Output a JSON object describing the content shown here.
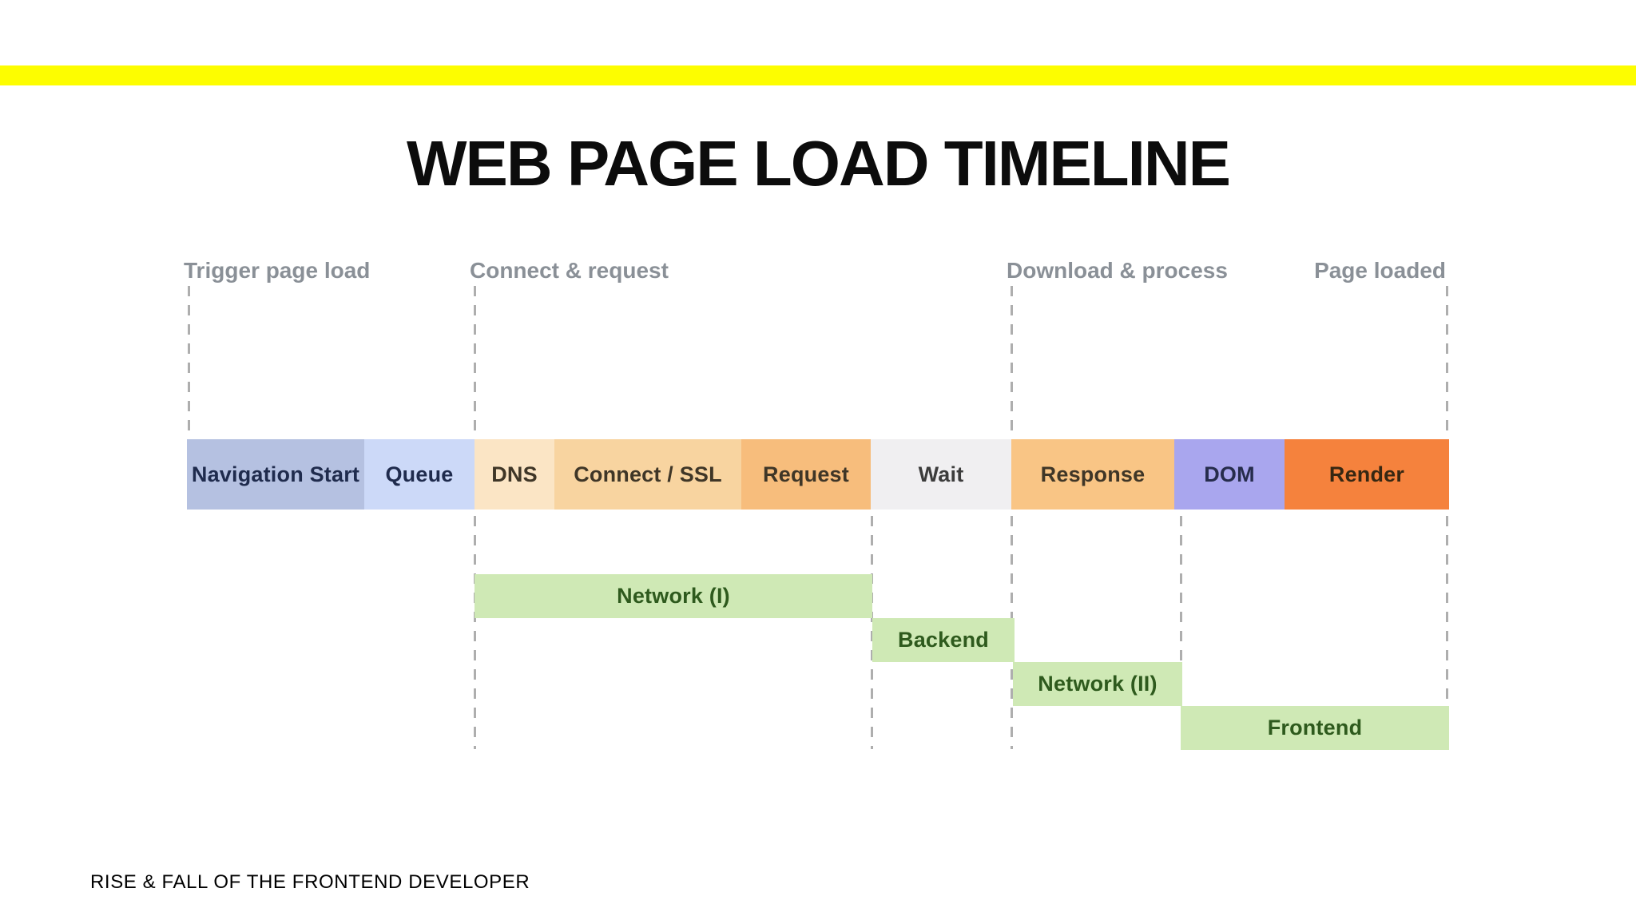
{
  "title": "WEB PAGE LOAD TIMELINE",
  "footer": "RISE & FALL OF THE FRONTEND DEVELOPER",
  "colors": {
    "accent_stripe": "#fdfd00",
    "guide_dash": "#aeaeae",
    "lane_bg": "#cfe9b5",
    "lane_text": "#2e5a1d"
  },
  "milestones": [
    {
      "label": "Trigger page load"
    },
    {
      "label": "Connect & request"
    },
    {
      "label": "Download & process"
    },
    {
      "label": "Page loaded"
    }
  ],
  "phases": [
    {
      "label": "Navigation Start",
      "bg": "#b5c1e1",
      "fg": "#1f2b4d"
    },
    {
      "label": "Queue",
      "bg": "#ccd9f8",
      "fg": "#1f2b4d"
    },
    {
      "label": "DNS",
      "bg": "#fbe5c5",
      "fg": "#3f3627"
    },
    {
      "label": "Connect / SSL",
      "bg": "#f8d4a0",
      "fg": "#3f3627"
    },
    {
      "label": "Request",
      "bg": "#f7bd7c",
      "fg": "#3f3627"
    },
    {
      "label": "Wait",
      "bg": "#f0eff1",
      "fg": "#3c3c3c"
    },
    {
      "label": "Response",
      "bg": "#f9c585",
      "fg": "#3f3627"
    },
    {
      "label": "DOM",
      "bg": "#a9a6ee",
      "fg": "#262c4c"
    },
    {
      "label": "Render",
      "bg": "#f5823d",
      "fg": "#362712"
    }
  ],
  "lanes": [
    {
      "label": "Network (I)"
    },
    {
      "label": "Backend"
    },
    {
      "label": "Network (II)"
    },
    {
      "label": "Frontend"
    }
  ]
}
